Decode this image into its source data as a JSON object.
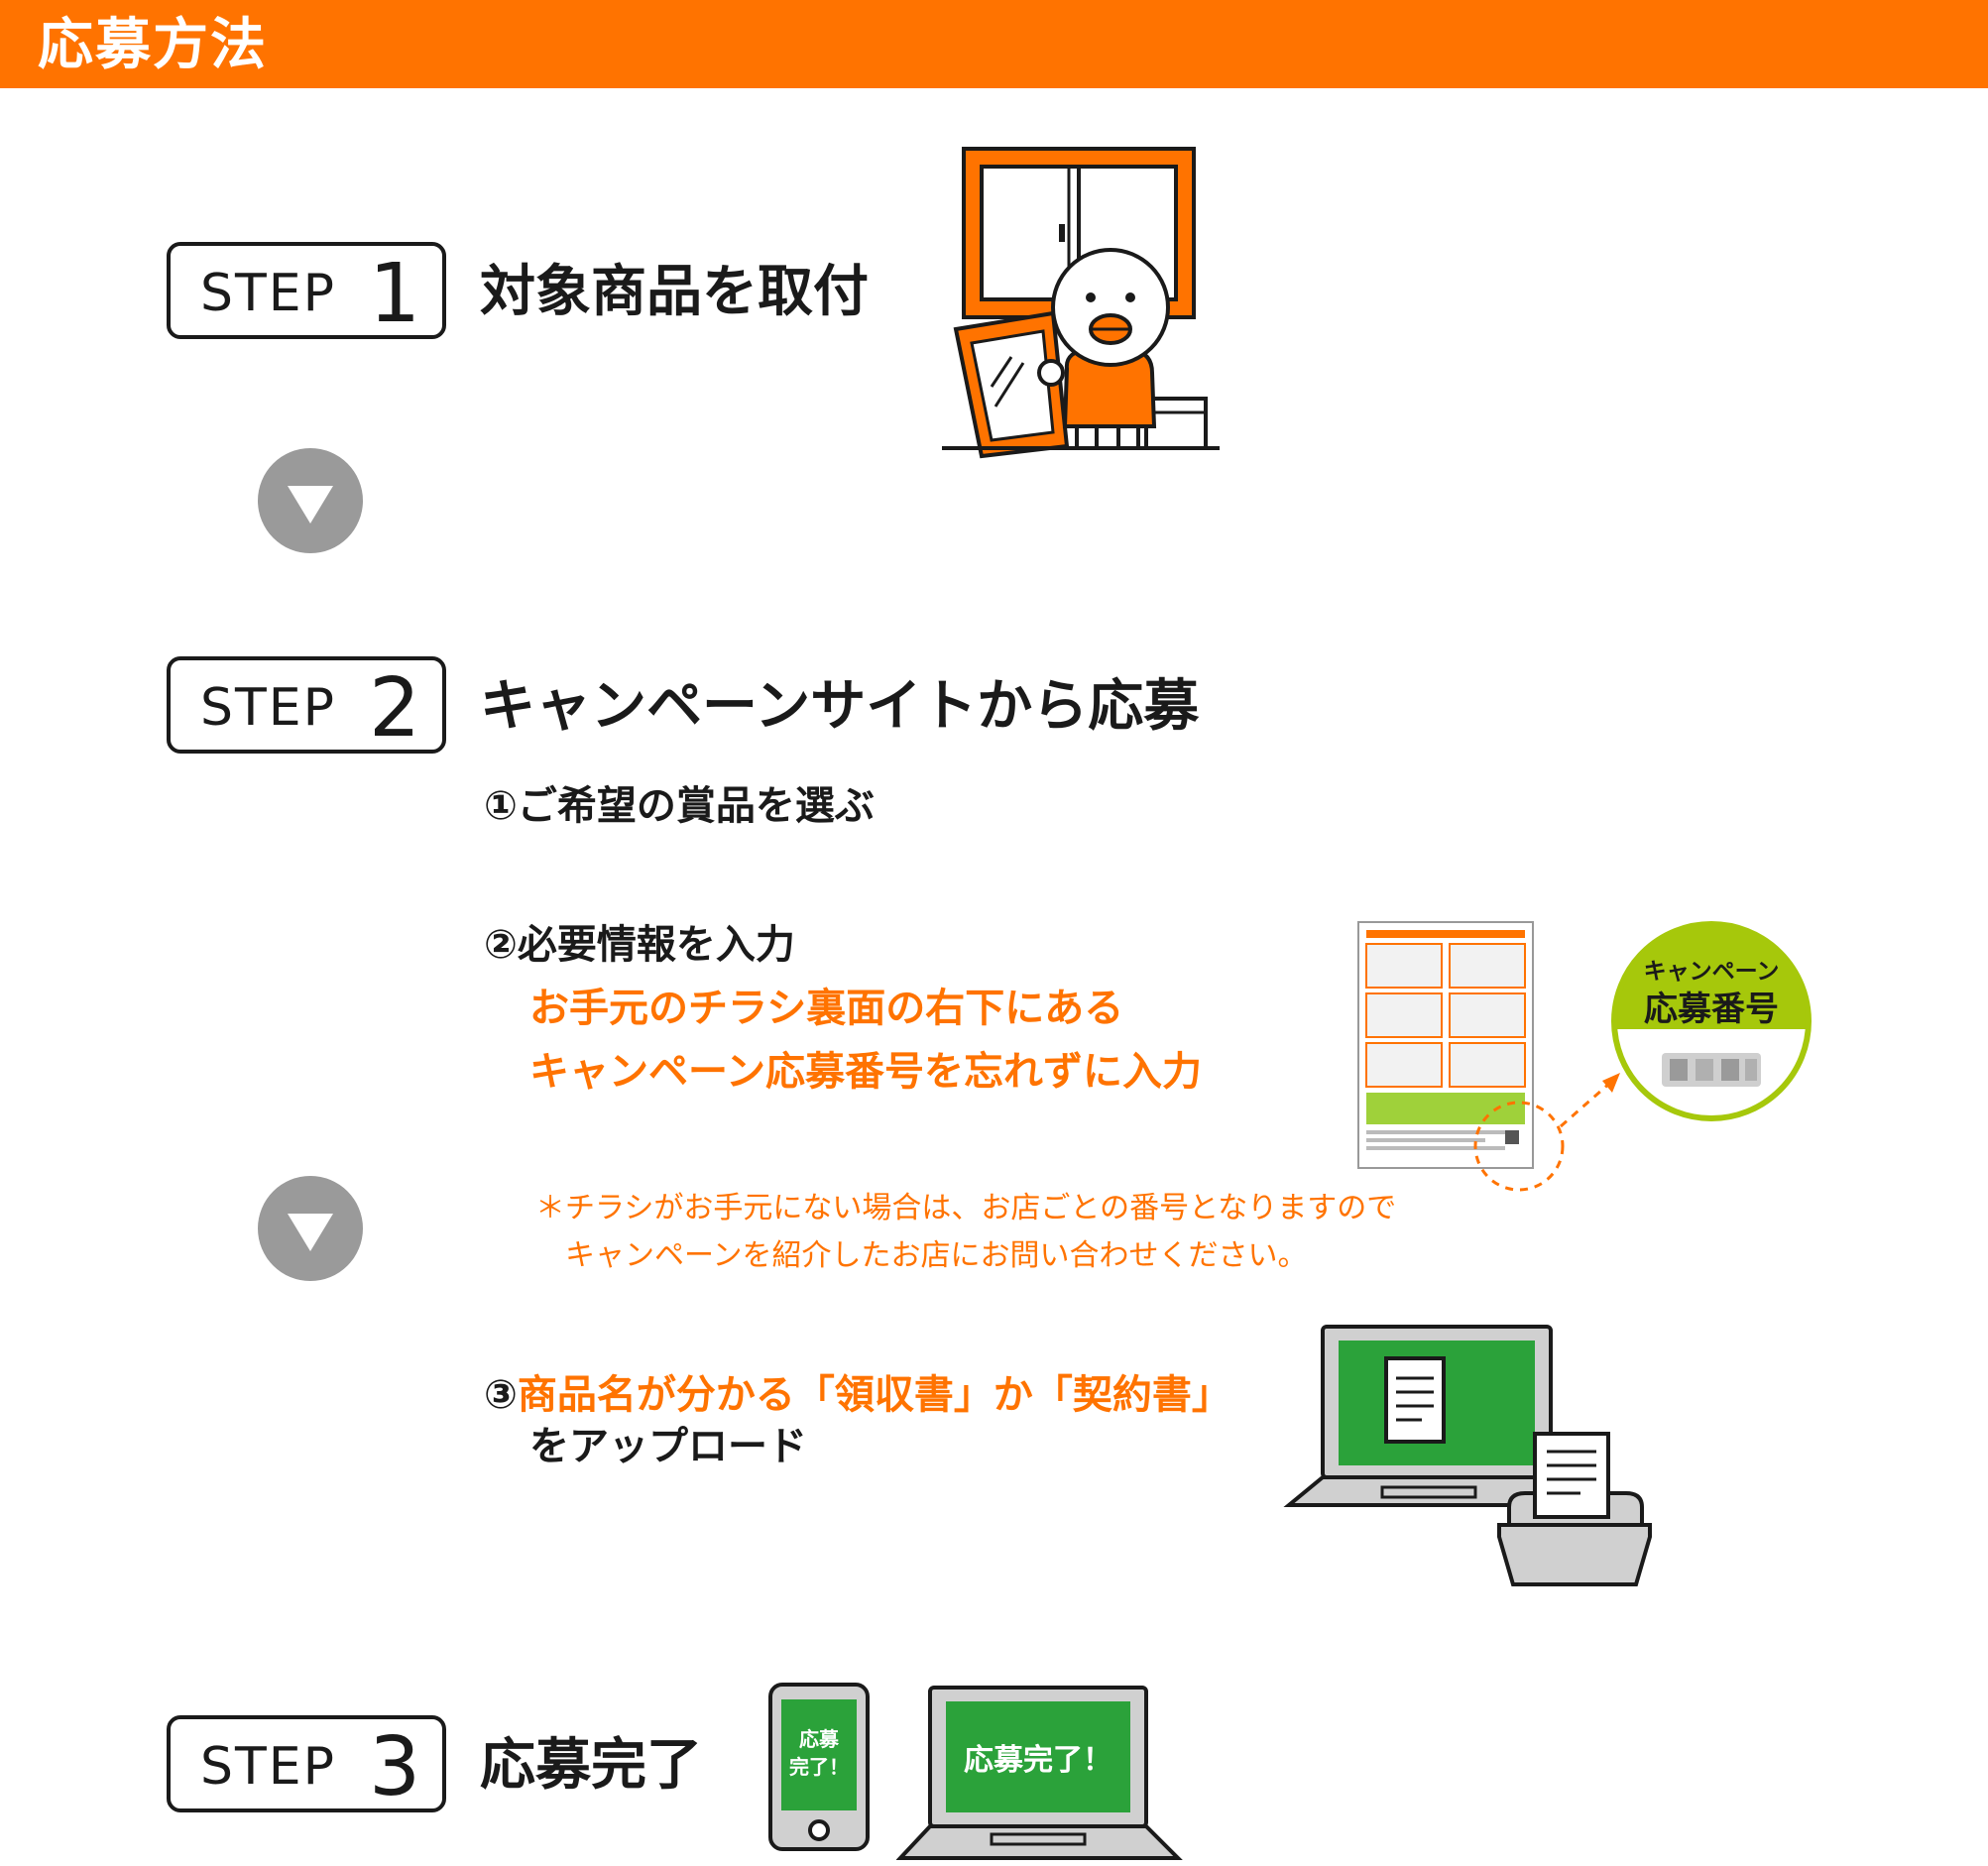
{
  "header": {
    "title": "応募方法"
  },
  "colors": {
    "accent": "#ff7300",
    "green": "#2ba23a",
    "badge_green": "#a6c80b",
    "gray": "#9a9a9a"
  },
  "steps": [
    {
      "word": "STEP",
      "number": "1",
      "title": "対象商品を取付"
    },
    {
      "word": "STEP",
      "number": "2",
      "title": "キャンペーンサイトから応募"
    },
    {
      "word": "STEP",
      "number": "3",
      "title": "応募完了"
    }
  ],
  "step2": {
    "item1": "①ご希望の賞品を選ぶ",
    "item2_label": "②必要情報を入力",
    "item2_line1": "お手元のチラシ裏面の右下にある",
    "item2_line2": "キャンペーン応募番号を忘れずに入力",
    "note_line1": "＊チラシがお手元にない場合は、お店ごとの番号となりますので",
    "note_line2": "キャンペーンを紹介したお店にお問い合わせください。",
    "item3_prefix": "③",
    "item3_orange": "商品名が分かる「領収書」か「契約書」",
    "item3_line2": "をアップロード"
  },
  "badge": {
    "line1": "キャンペーン",
    "line2": "応募番号"
  },
  "step3_screens": {
    "phone_line1": "応募",
    "phone_line2": "完了！",
    "laptop": "応募完了！"
  },
  "icons": [
    "down-arrow-icon",
    "window-installer-illustration",
    "flyer-thumbnail",
    "laptop-document-icon",
    "tray-document-icon",
    "smartphone-icon",
    "laptop-icon"
  ]
}
